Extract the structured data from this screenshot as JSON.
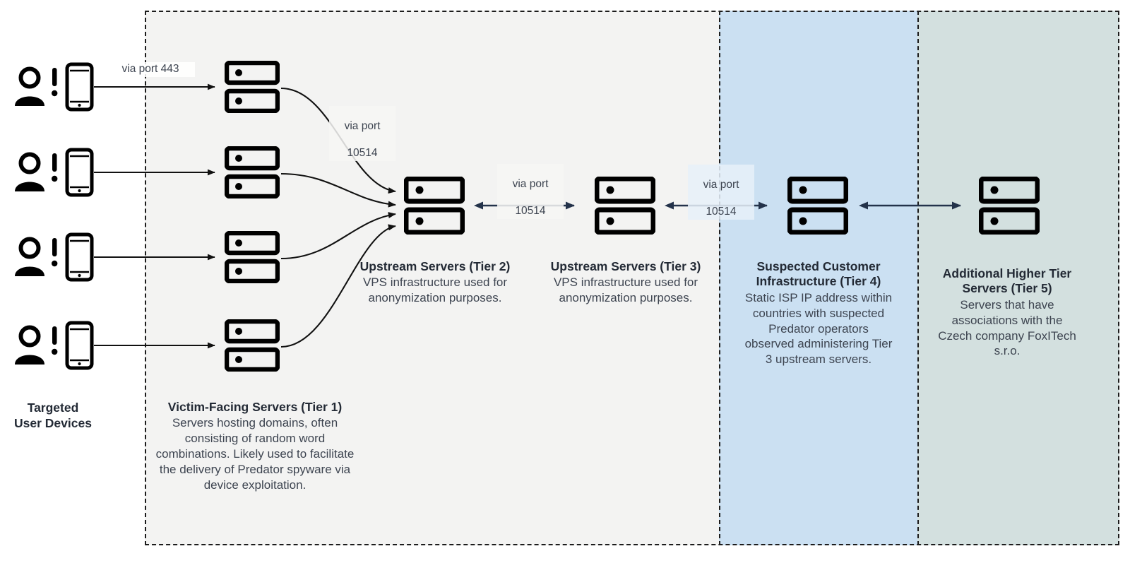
{
  "diagram": {
    "title": "Predator spyware multi-tier server infrastructure",
    "colors": {
      "panel_tier12": "#f3f3f2",
      "panel_tier4": "#cbe0f2",
      "panel_tier5": "#d3e0df",
      "stroke": "#1c1c1c",
      "heading_text": "#232a35",
      "body_text": "#3d4450"
    }
  },
  "devices": {
    "caption": "Targeted\nUser Devices",
    "caption_line1": "Targeted",
    "caption_line2": "User Devices",
    "count": 4,
    "icon": "user-alert-phone-icon"
  },
  "ports": {
    "victim_to_tier1": "via port 443",
    "tier1_to_tier2_line1": "via port",
    "tier1_to_tier2_line2": "10514",
    "tier2_to_tier3_line1": "via port",
    "tier2_to_tier3_line2": "10514",
    "tier3_to_tier4_line1": "via port",
    "tier3_to_tier4_line2": "10514"
  },
  "tiers": [
    {
      "id": "tier1",
      "title": "Victim-Facing Servers (Tier 1)",
      "desc": "Servers hosting domains, often consisting of random word combinations. Likely used to facilitate the delivery of Predator spyware via device exploitation.",
      "server_count": 4,
      "icon": "server-rack-icon"
    },
    {
      "id": "tier2",
      "title": "Upstream Servers (Tier 2)",
      "desc": "VPS infrastructure used for anonymization purposes.",
      "server_count": 1,
      "icon": "server-rack-icon"
    },
    {
      "id": "tier3",
      "title": "Upstream Servers (Tier 3)",
      "desc": "VPS infrastructure used for anonymization purposes.",
      "server_count": 1,
      "icon": "server-rack-icon"
    },
    {
      "id": "tier4",
      "title": "Suspected Customer Infrastructure (Tier 4)",
      "desc": "Static ISP IP address within countries with suspected Predator operators observed administering Tier 3 upstream servers.",
      "server_count": 1,
      "icon": "server-rack-icon"
    },
    {
      "id": "tier5",
      "title": "Additional Higher Tier Servers (Tier 5)",
      "desc": "Servers that have associations with the Czech company FoxITech s.r.o.",
      "server_count": 1,
      "icon": "server-rack-icon"
    }
  ]
}
